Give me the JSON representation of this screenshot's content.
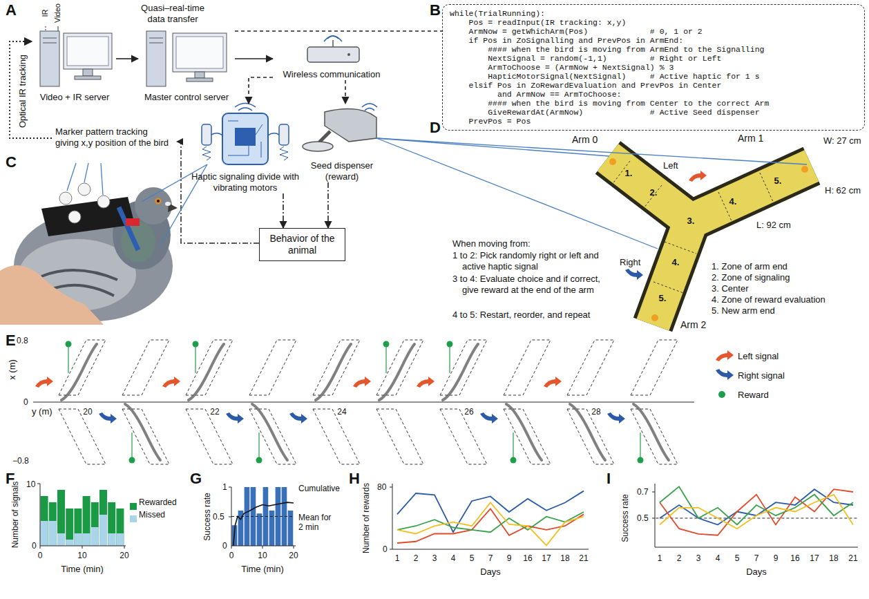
{
  "diagram": {
    "nodes": [
      {
        "text": [
          "Video + IR server"
        ]
      },
      {
        "text": [
          "Master control server"
        ]
      },
      {
        "text": [
          "Wireless communication"
        ]
      },
      {
        "text": [
          "Haptic signaling divide with vibrating motors"
        ]
      },
      {
        "text": [
          "Seed dispenser (reward)"
        ]
      },
      {
        "text": [
          "Behavior of the animal"
        ]
      },
      {
        "text": [
          "while(TrialRunning):",
          "    Pos = readInput(IR tracking: x,y)",
          "    ArmNow = getWhichArm(Pos)             # 0, 1 or 2",
          "    if Pos in ZoSignalling and PrevPos in ArmEnd:",
          "        #### when the bird is moving from ArmEnd to the Signalling",
          "        NextSignal = random(-1,1)         # Right or Left",
          "        ArmToChoose = (ArmNow + NextSignal) % 3",
          "        HapticMotorSignal(NextSignal)     # Active haptic for 1 s",
          "    elsif Pos in ZoRewardEvaluation and PrevPos in Center",
          "          and ArmNow == ArmToChoose:",
          "        #### when the bird is moving from Center to the correct Arm",
          "        GiveRewardAt(ArmNow)              # Active Seed dispenser",
          "    PrevPos = Pos"
        ]
      }
    ],
    "edges": [
      {
        "from": 0,
        "to": 1,
        "arrow": "to"
      },
      {
        "from": 1,
        "to": 2,
        "arrow": "to"
      },
      {
        "from": 1,
        "to": 6,
        "arrow": "none"
      },
      {
        "from": 2,
        "to": 3,
        "arrow": "to"
      },
      {
        "from": 2,
        "to": 4,
        "arrow": "to"
      },
      {
        "from": 3,
        "to": 5,
        "arrow": "to"
      },
      {
        "from": 4,
        "to": 5,
        "arrow": "to"
      }
    ],
    "labels": [
      "A",
      "B",
      "C",
      "D",
      "E",
      "F",
      "G",
      "H",
      "I",
      "IR",
      "Video",
      "Quasi–real-time data transfer",
      "Optical IR tracking",
      "Marker pattern tracking giving x,y position of the bird",
      "Arm 0",
      "Arm 1",
      "Arm 2",
      "Left",
      "Right",
      "W: 27 cm",
      "H: 62 cm",
      "L: 92 cm",
      "1.",
      "2.",
      "3.",
      "4.",
      "5.",
      "4.",
      "5.",
      "When moving from:",
      "1 to 2: Pick randomly right or left and active haptic signal",
      "3 to 4: Evaluate choice and if correct, give reward at the end of the arm",
      "4 to 5: Restart, reorder, and repeat",
      "1. Zone of arm end",
      "2. Zone of signaling",
      "3. Center",
      "4. Zone of reward evaluation",
      "5. New arm end",
      "x (m)",
      "0.8",
      "0",
      "−0.8",
      "y (m)",
      "20",
      "22",
      "24",
      "26",
      "28",
      "Number of signals",
      "10",
      "0",
      "0",
      "10",
      "20",
      "Time (min)",
      "Success rate",
      "1",
      "0.5",
      "0",
      "0",
      "10",
      "20",
      "Time (min)",
      "Cumulative",
      "Mean for 2 min",
      "Number of rewards",
      "80",
      "0",
      "1",
      "2",
      "3",
      "4",
      "5",
      "7",
      "9",
      "16",
      "17",
      "18",
      "21",
      "Days",
      "Success rate",
      "0.7",
      "0.5",
      "1",
      "2",
      "3",
      "4",
      "5",
      "7",
      "9",
      "16",
      "17",
      "18",
      "21",
      "Days"
    ],
    "legend": [
      {
        "text": "Left signal",
        "color": "#e4572e"
      },
      {
        "text": "Right signal",
        "color": "#2b5aa6"
      },
      {
        "text": "Reward",
        "color": "#1f9e4a"
      },
      {
        "text": "Rewarded",
        "color": "#1a9a45"
      },
      {
        "text": "Missed",
        "color": "#a9d4ea"
      }
    ]
  }
}
